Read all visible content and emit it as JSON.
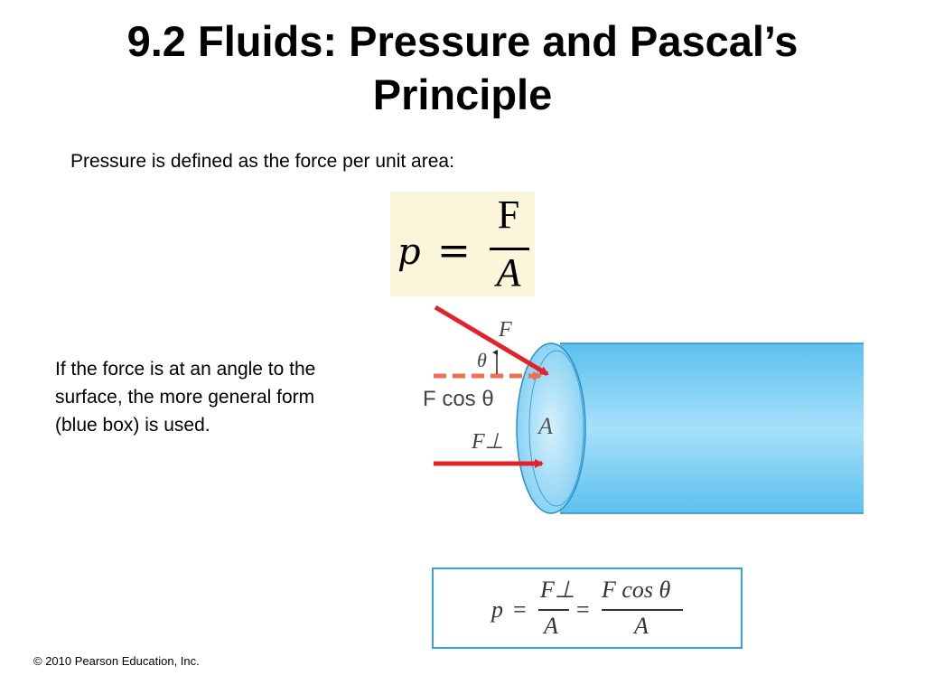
{
  "title": {
    "line1": "9.2 Fluids: Pressure and Pascal’s",
    "line2": "Principle"
  },
  "intro_text": "Pressure is defined as the force per unit area:",
  "formula1": {
    "p": "p",
    "eq": "=",
    "numerator": "F",
    "denominator": "A"
  },
  "side_text": {
    "line1": "If the force is at an angle to the",
    "line2": "surface, the more general form",
    "line3": "(blue box) is used."
  },
  "figure": {
    "label_F": "F",
    "label_theta": "θ",
    "label_Fcos": "F cos θ",
    "label_A": "A",
    "label_Fperp": "F⊥",
    "colors": {
      "cylinder": "#8ed4f5",
      "arrow_red": "#e2232a",
      "arrow_dashed": "#ef6f4f"
    }
  },
  "formula2": {
    "p": "p",
    "eq1": "=",
    "num1": "F⊥",
    "den1": "A",
    "eq2": "=",
    "num2": "F cos θ",
    "den2": "A"
  },
  "copyright": "© 2010 Pearson Education, Inc."
}
